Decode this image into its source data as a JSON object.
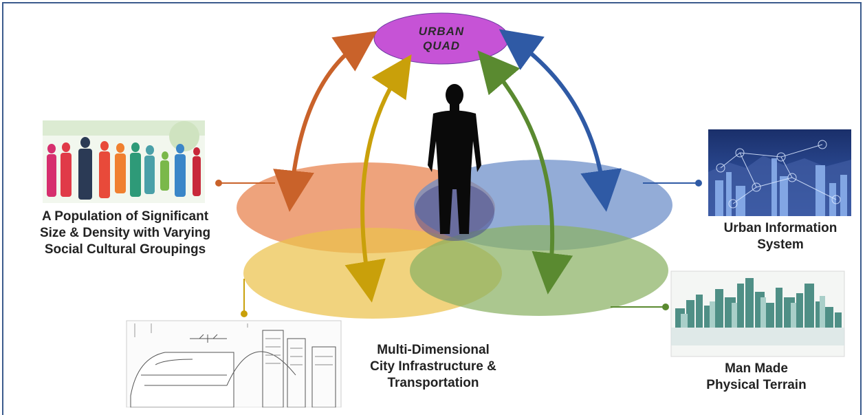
{
  "hub": {
    "line1": "URBAN",
    "line2": "QUAD"
  },
  "population": {
    "line1": "A Population of Significant",
    "line2": "Size & Density with Varying",
    "line3": "Social Cultural Groupings"
  },
  "infrastructure": {
    "line1": "Multi-Dimensional",
    "line2": "City Infrastructure &",
    "line3": "Transportation"
  },
  "information": {
    "line1": "Urban Information",
    "line2": "System"
  },
  "terrain": {
    "line1": "Man Made",
    "line2": "Physical Terrain"
  },
  "colors": {
    "population": "#e8804a",
    "infrastructure": "#e8b83c",
    "information": "#6a8cc8",
    "terrain": "#7ea85a",
    "hub": "#c653d6",
    "frame": "#3a5a8c"
  },
  "icons": [
    "crowd-silhouette-image",
    "city-network-image",
    "train-city-sketch-image",
    "skyline-image",
    "human-figure-icon"
  ]
}
